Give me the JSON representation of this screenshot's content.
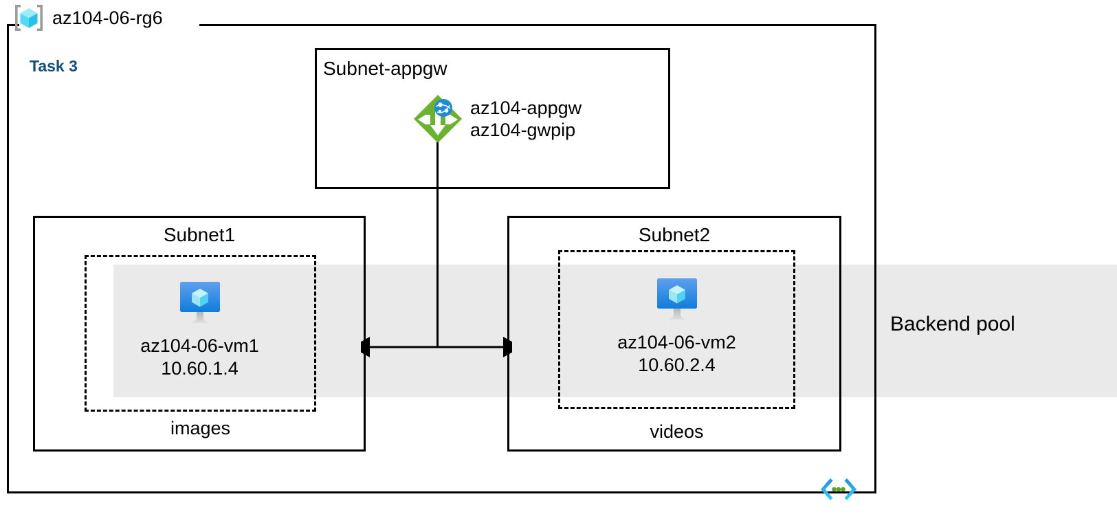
{
  "diagram": {
    "resource_group": {
      "name": "az104-06-rg6",
      "icon": "resource-group-cube-icon"
    },
    "task_label": "Task 3",
    "task_label_color": "#13507d",
    "backend_pool": {
      "label": "Backend pool",
      "band_color": "#eaeaea"
    },
    "subnets": [
      {
        "id": "subnet-appgw",
        "title": "Subnet-appgw",
        "title_align": "left",
        "resources": [
          {
            "icon": "application-gateway-icon",
            "icon_color": "#6bb22e",
            "labels": [
              "az104-appgw",
              "az104-gwpip"
            ]
          }
        ]
      },
      {
        "id": "subnet1",
        "title": "Subnet1",
        "title_align": "center",
        "asg_caption": "images",
        "vm": {
          "icon": "virtual-machine-icon",
          "name": "az104-06-vm1",
          "ip": "10.60.1.4"
        }
      },
      {
        "id": "subnet2",
        "title": "Subnet2",
        "title_align": "center",
        "asg_caption": "videos",
        "vm": {
          "icon": "virtual-machine-icon",
          "name": "az104-06-vm2",
          "ip": "10.60.2.4"
        }
      }
    ],
    "connectors": [
      {
        "id": "appgw-to-backend",
        "type": "vertical-line"
      },
      {
        "id": "subnet1-subnet2-link",
        "type": "double-headed-arrow"
      }
    ],
    "footer_icon": "code-brackets-icon"
  }
}
